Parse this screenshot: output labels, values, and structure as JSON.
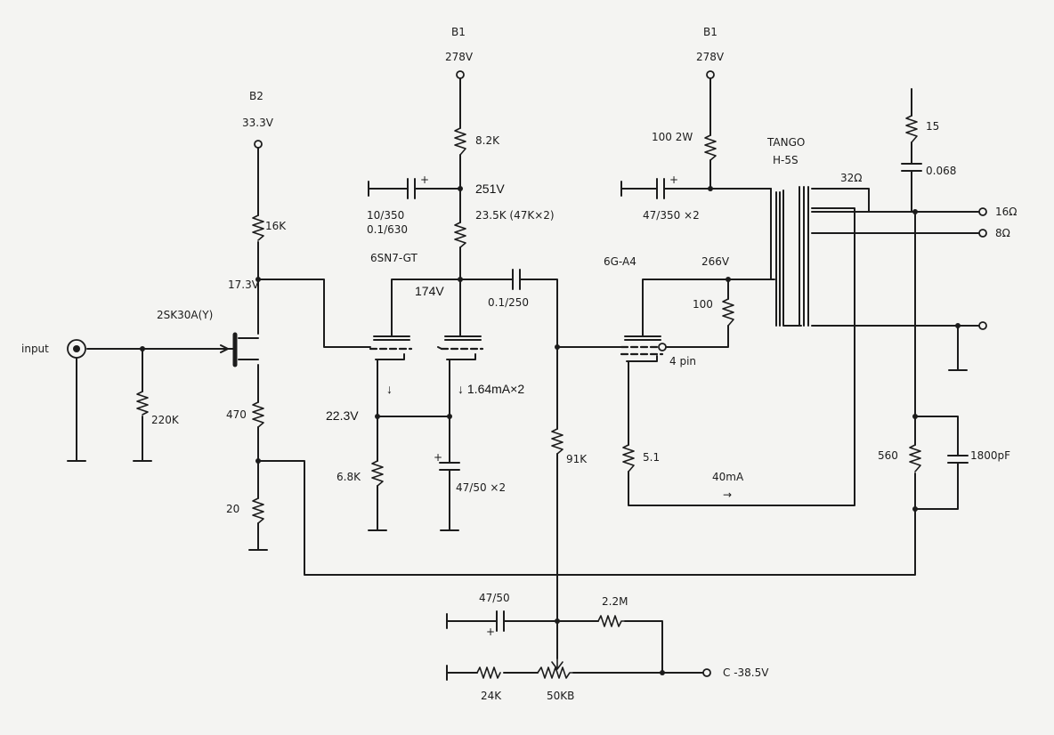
{
  "labels": {
    "input": "input",
    "r220k": "220K",
    "b2": "B2",
    "b2_voltage": "33.3V",
    "r16k": "16K",
    "drain_voltage": "17.3V",
    "fet": "2SK30A(Y)",
    "r470": "470",
    "r20": "20",
    "b1_left": "B1",
    "b1_left_voltage": "278V",
    "r8_2k": "8.2K",
    "v251": "251V",
    "c10_350": "10/350",
    "c0_1_630": "0.1/630",
    "r23_5k": "23.5K (47K×2)",
    "tube_6sn7": "6SN7-GT",
    "v174": "174V",
    "c0_1_250": "0.1/250",
    "arrow_left": "↓",
    "plate_current": "↓ 1.64mA×2",
    "v22_3": "22.3V",
    "r6_8k": "6.8K",
    "c47_50x2": "47/50 ×2",
    "r91k": "91K",
    "tube_6ga4": "6G-A4",
    "v266": "266V",
    "r100": "100",
    "pin4": "4 pin",
    "r5_1": "5.1",
    "i40ma": "40mA",
    "i40ma_arrow": "→",
    "b1_right": "B1",
    "b1_right_voltage": "278V",
    "r100_2w": "100 2W",
    "c47_350x2": "47/350 ×2",
    "transformer_brand": "TANGO",
    "transformer_model": "H-5S",
    "tap32": "32Ω",
    "tap16": "16Ω",
    "tap8": "8Ω",
    "r15": "15",
    "c0_068": "0.068",
    "r560": "560",
    "c1800pf": "1800pF",
    "c47_50": "47/50",
    "r2_2m": "2.2M",
    "r24k": "24K",
    "pot50kb": "50KB",
    "c_bias": "C -38.5V"
  }
}
